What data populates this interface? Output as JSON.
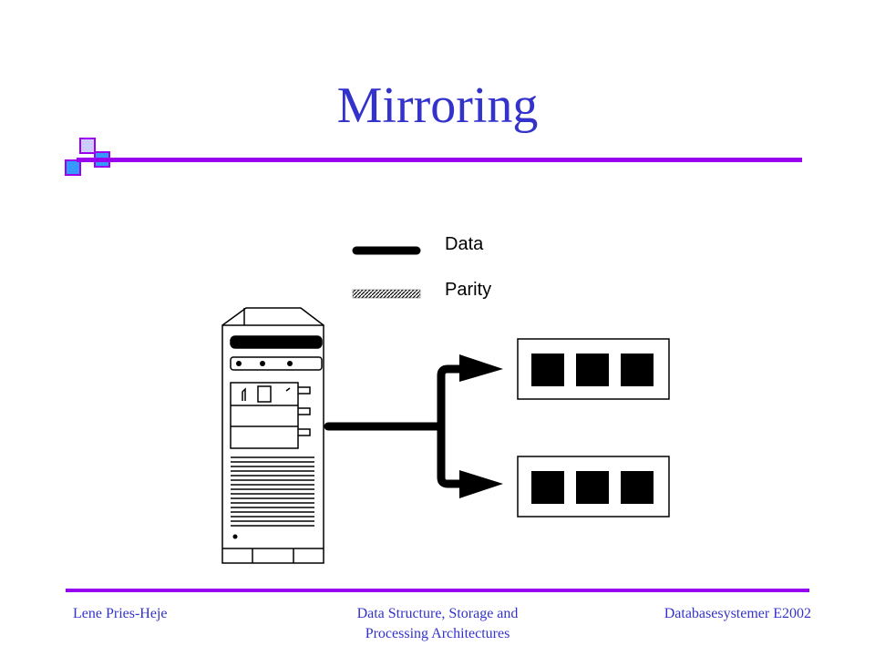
{
  "slide": {
    "title": "Mirroring"
  },
  "legend": {
    "data_label": "Data",
    "parity_label": "Parity"
  },
  "footer": {
    "left": "Lene Pries-Heje",
    "center_line1": "Data Structure, Storage and",
    "center_line2": "Processing Architectures",
    "right": "Databasesystemer E2002"
  },
  "colors": {
    "title": "#3333cc",
    "rule": "#9900ee",
    "square_light": "#ccccff",
    "square_accent": "#3399ff"
  },
  "icons": [
    "server-icon",
    "disk-array-icon",
    "arrow-icon"
  ]
}
